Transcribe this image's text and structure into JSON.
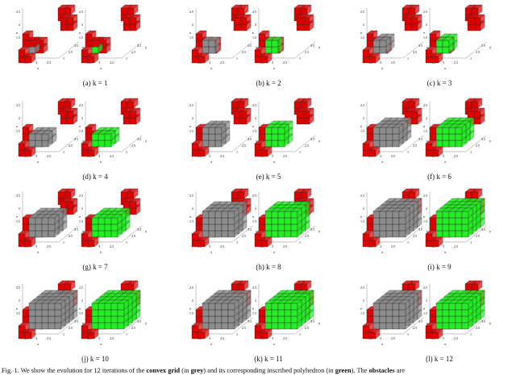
{
  "figure": {
    "panels": [
      {
        "caption": "(a) k = 1",
        "k": 1,
        "z_ticks": [
          "2.5",
          "2",
          "1.5",
          "1"
        ],
        "x_ticks": [
          "3.5",
          "3",
          "2.5"
        ],
        "y_ticks": [
          "1",
          "2.5",
          "3.5"
        ]
      },
      {
        "caption": "(b) k = 2",
        "k": 2,
        "z_ticks": [
          "2.5",
          "2",
          "1.5",
          "1"
        ],
        "x_ticks": [
          "3.5",
          "3",
          "2.5"
        ],
        "y_ticks": [
          "1",
          "2.5",
          "3.5"
        ]
      },
      {
        "caption": "(c) k = 3",
        "k": 3,
        "z_ticks": [
          "2.5",
          "2",
          "1.5",
          "1"
        ],
        "x_ticks": [
          "3.5",
          "3",
          "2.5"
        ],
        "y_ticks": [
          "1",
          "2.5",
          "3.5"
        ]
      },
      {
        "caption": "(d) k = 4",
        "k": 4,
        "z_ticks": [
          "2.5",
          "2",
          "1.5",
          "1"
        ],
        "x_ticks": [
          "3.5",
          "3",
          "2.5"
        ],
        "y_ticks": [
          "1",
          "2.5",
          "3.5"
        ]
      },
      {
        "caption": "(e) k = 5",
        "k": 5,
        "z_ticks": [
          "2.5",
          "2",
          "1.5",
          "1"
        ],
        "x_ticks": [
          "3.5",
          "3",
          "2.5"
        ],
        "y_ticks": [
          "1",
          "2.5",
          "3.5"
        ]
      },
      {
        "caption": "(f) k = 6",
        "k": 6,
        "z_ticks": [
          "2.5",
          "2",
          "1.5",
          "1"
        ],
        "x_ticks": [
          "3.5",
          "3",
          "2.5"
        ],
        "y_ticks": [
          "1",
          "2.5",
          "3.5"
        ]
      },
      {
        "caption": "(g) k = 7",
        "k": 7,
        "z_ticks": [
          "2.5",
          "2",
          "1.5",
          "1"
        ],
        "x_ticks": [
          "3.5",
          "3",
          "2.5"
        ],
        "y_ticks": [
          "1",
          "2.5",
          "3.5"
        ]
      },
      {
        "caption": "(h) k = 8",
        "k": 8,
        "z_ticks": [
          "2.5",
          "2",
          "1.5",
          "1"
        ],
        "x_ticks": [
          "3.5",
          "3",
          "2.5"
        ],
        "y_ticks": [
          "1",
          "2.5",
          "3.5"
        ]
      },
      {
        "caption": "(i) k = 9",
        "k": 9,
        "z_ticks": [
          "2.5",
          "2",
          "1.5",
          "1"
        ],
        "x_ticks": [
          "3.5",
          "3",
          "2.5"
        ],
        "y_ticks": [
          "1",
          "2.5",
          "3.5"
        ]
      },
      {
        "caption": "(j) k = 10",
        "k": 10,
        "z_ticks": [
          "2.5",
          "2",
          "1.5",
          "1"
        ],
        "x_ticks": [
          "3.5",
          "3",
          "2.5"
        ],
        "y_ticks": [
          "1",
          "2.5",
          "3.5"
        ]
      },
      {
        "caption": "(k) k = 11",
        "k": 11,
        "z_ticks": [
          "2.5",
          "2",
          "1.5",
          "1"
        ],
        "x_ticks": [
          "3.5",
          "3",
          "2.5"
        ],
        "y_ticks": [
          "1",
          "2.5",
          "3.5"
        ]
      },
      {
        "caption": "(l) k = 12",
        "k": 12,
        "z_ticks": [
          "2.5",
          "2",
          "1.5",
          "1"
        ],
        "x_ticks": [
          "3.5",
          "3",
          "2.5"
        ],
        "y_ticks": [
          "1",
          "2.5",
          "3.5"
        ]
      }
    ],
    "axis_labels": {
      "x": "x",
      "y": "y",
      "z": "z"
    },
    "caption": {
      "prefix": "Fig. 1.   We show the evolution for 12 iterations of the ",
      "term1": "convex grid",
      "mid1": " (in ",
      "term2": "grey",
      "mid2": ") and its corresponding inscribed polyhedron (in ",
      "term3": "green",
      "mid3": "). The ",
      "term4": "obstacles",
      "suffix": " are"
    },
    "colors": {
      "obstacle": "#e00000",
      "grid": "#8c8c8c",
      "polyhedron": "#22ee22",
      "edge": "#333333"
    }
  }
}
